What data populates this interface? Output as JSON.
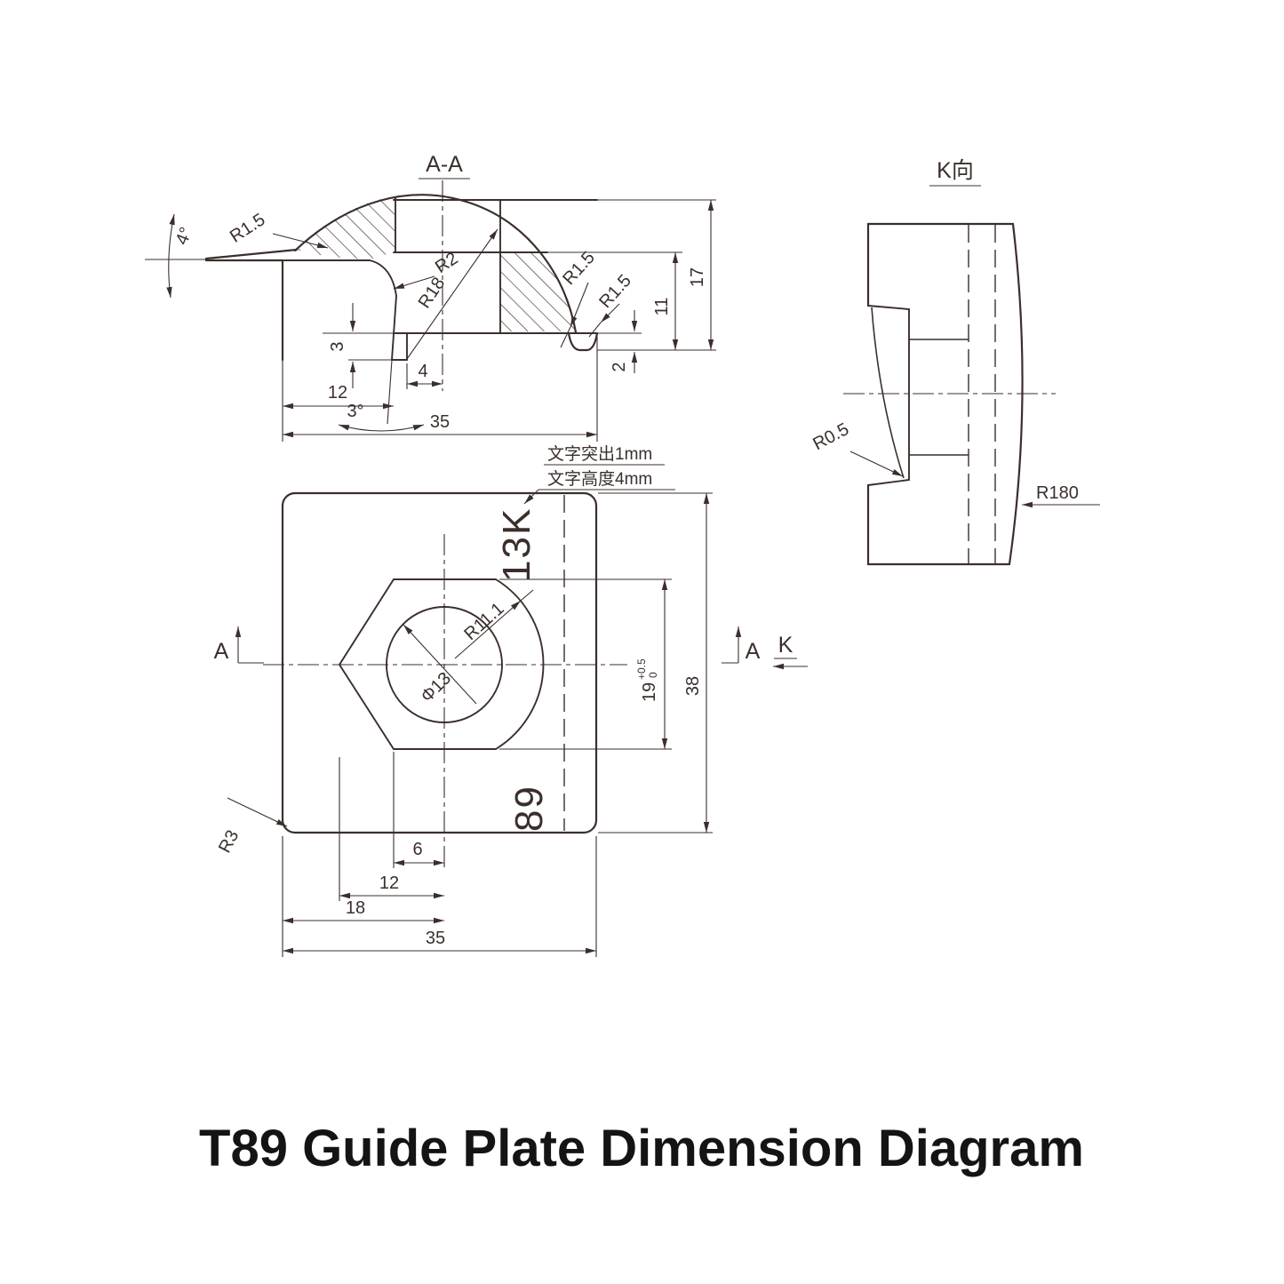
{
  "title": "T89 Guide Plate Dimension Diagram",
  "colors": {
    "line": "#3b2f2c",
    "title": "#141414",
    "background": "#ffffff"
  },
  "section_view": {
    "label": "A-A",
    "dims": {
      "angle4": "4°",
      "r15_left": "R1.5",
      "r2": "R2",
      "r18": "R18",
      "r15_right_upper": "R1.5",
      "r15_right_lower": "R1.5",
      "d3": "3",
      "d4": "4",
      "d12": "12",
      "angle3": "3°",
      "d35": "35",
      "d11": "11",
      "d17": "17",
      "d2": "2"
    }
  },
  "plan_view": {
    "marker_a_left": "A",
    "marker_a_right": "A",
    "marker_k": "K",
    "emboss_top": "13K",
    "emboss_bottom": "89",
    "notes": {
      "line1": "文字突出1mm",
      "line2": "文字高度4mm"
    },
    "dims": {
      "r11": "R11.1",
      "dia13": "Φ13",
      "d19": "19",
      "d19_tol_upper": "+0.5",
      "d19_tol_lower": "0",
      "d38": "38",
      "d6": "6",
      "d12": "12",
      "d18": "18",
      "d35": "35",
      "r3": "R3"
    }
  },
  "k_view": {
    "label": "K向",
    "dims": {
      "r05": "R0.5",
      "r180": "R180"
    }
  }
}
